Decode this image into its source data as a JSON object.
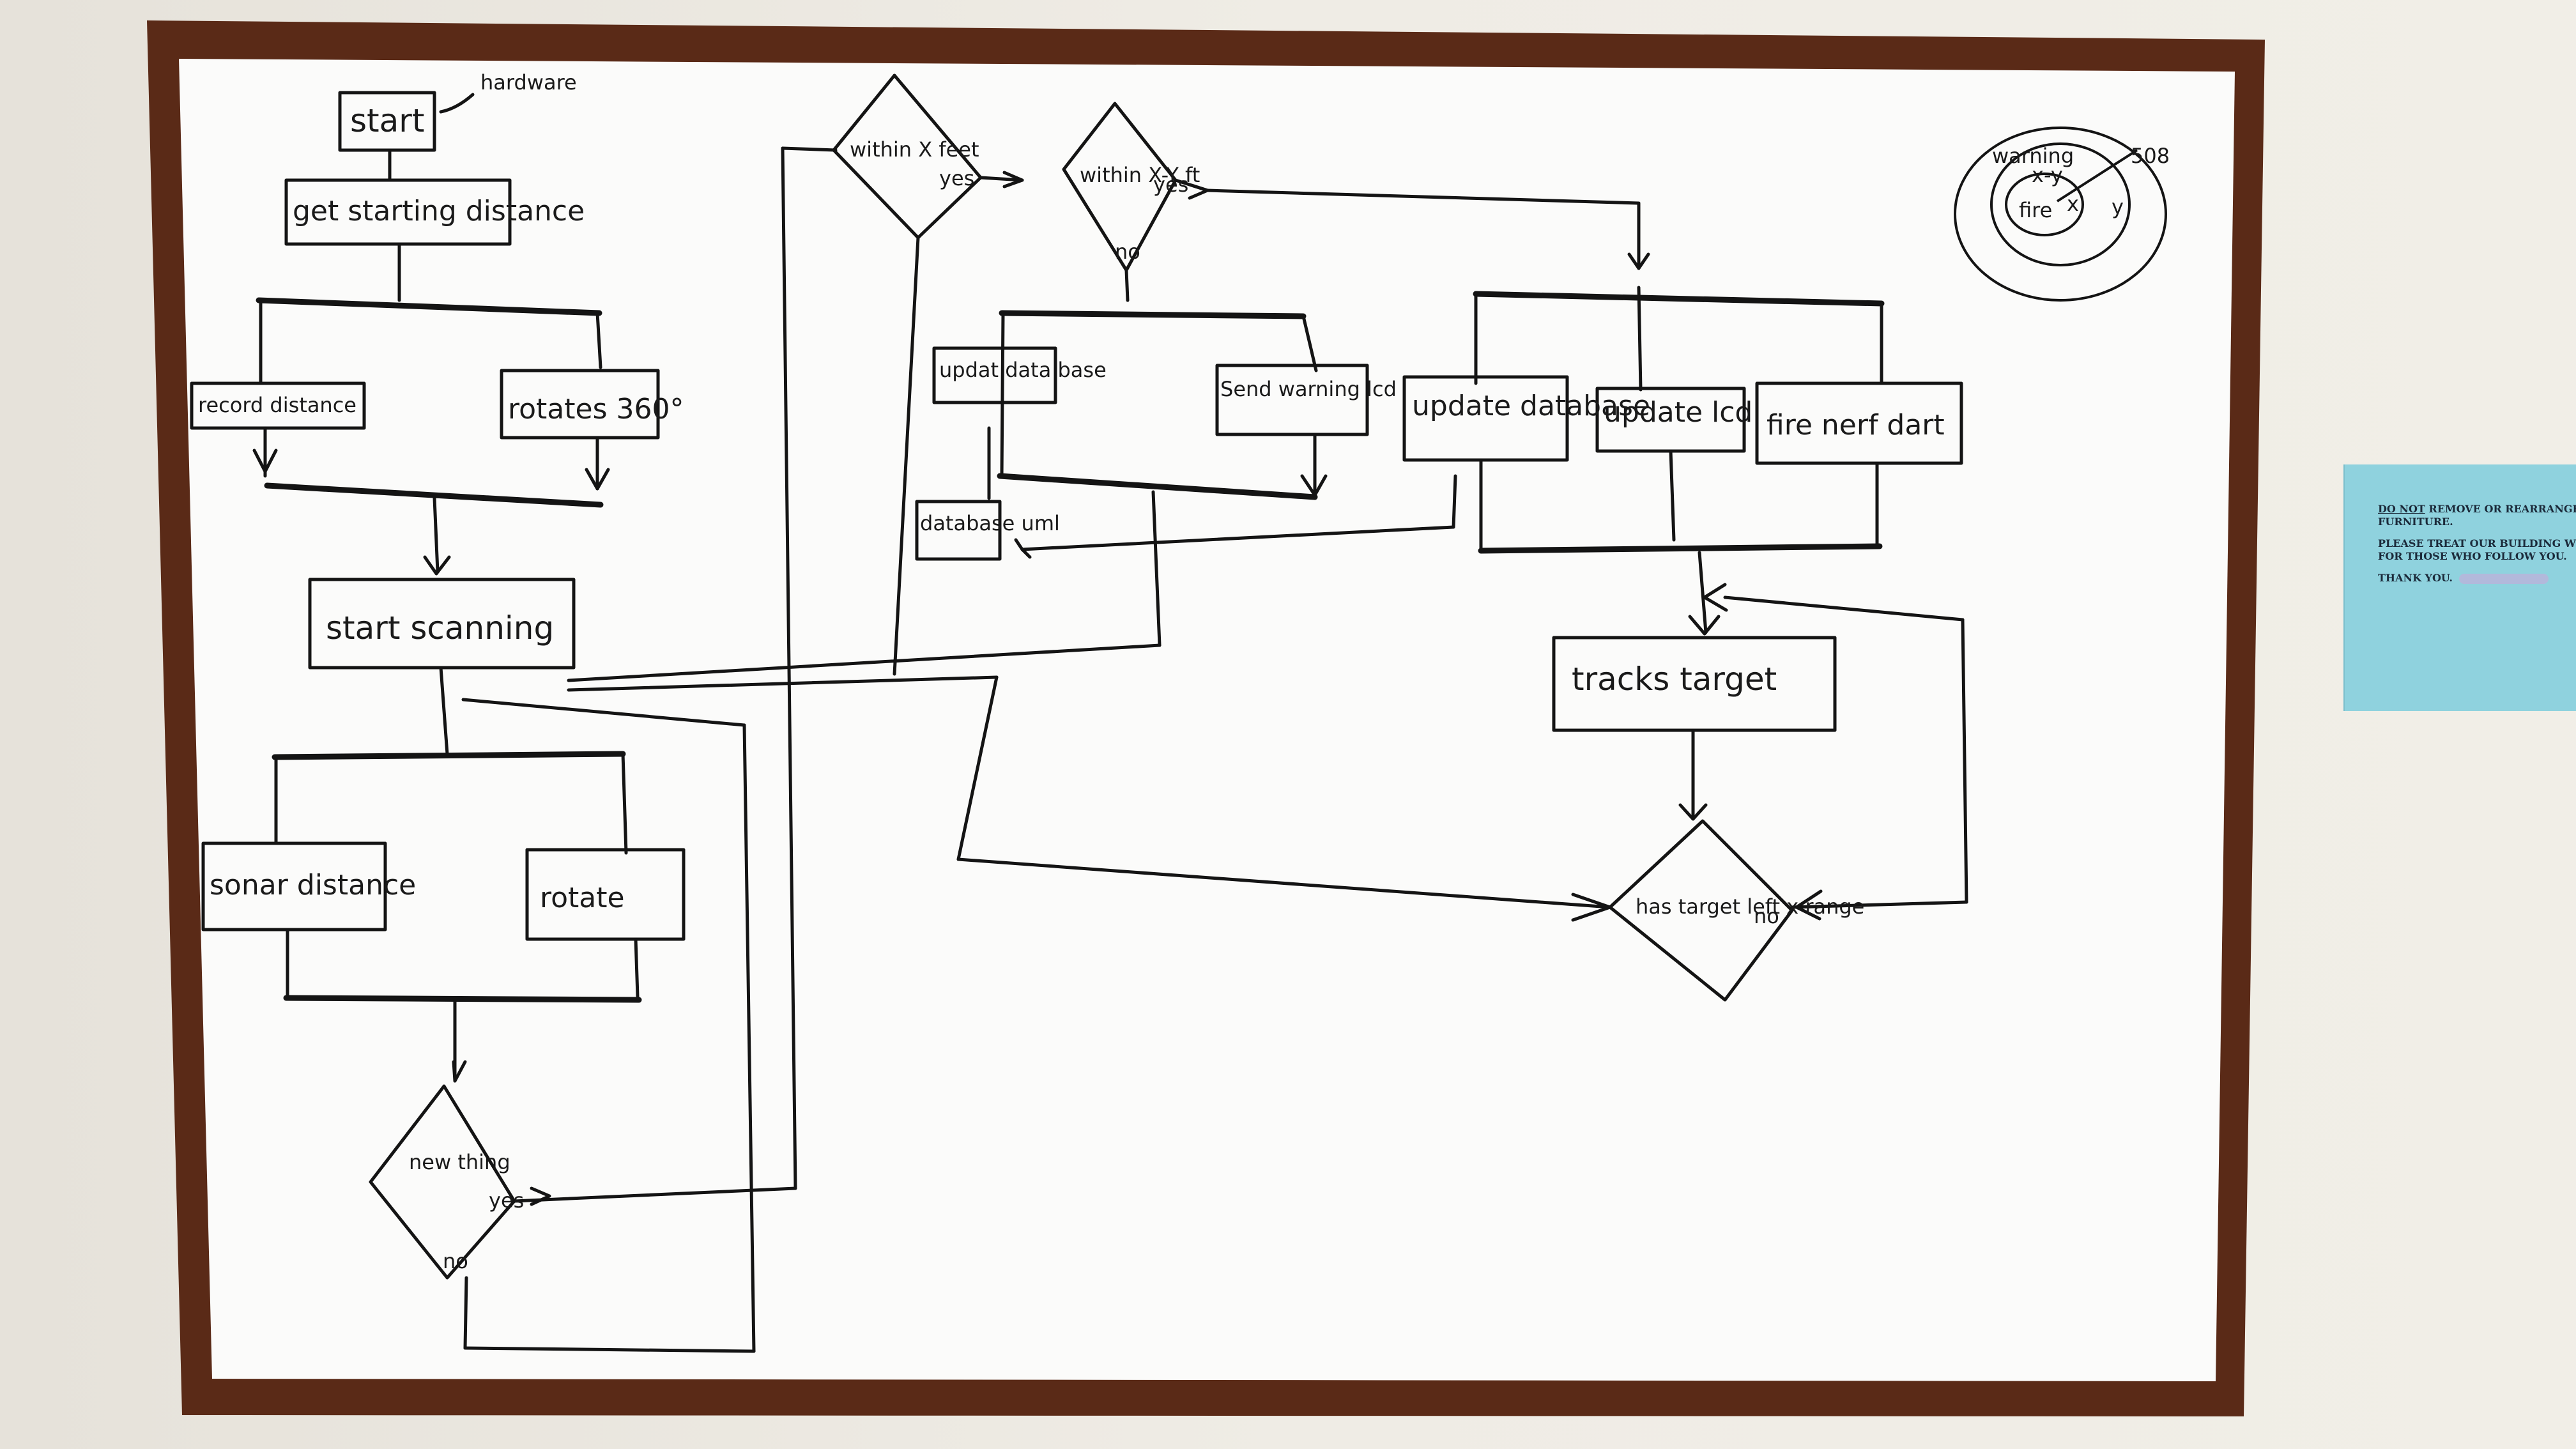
{
  "whiteboard": {
    "title_note": "hardware",
    "boxes": {
      "start": "start",
      "get_starting_distance": "get starting distance",
      "record_distance": "record distance",
      "rotates_360": "rotates 360°",
      "start_scanning": "start scanning",
      "sonar_distance": "sonar distance",
      "rotate": "rotate",
      "update_database_left": "updat data base",
      "database_uml": "database uml",
      "send_warning_lcd": "Send warning lcd",
      "update_database_right": "update database",
      "update_lcd": "update lcd",
      "fire_nerf_dart": "fire nerf dart",
      "tracks_target": "tracks target"
    },
    "decisions": {
      "new_thing": "new thing",
      "within_x_feet": "within X feet",
      "within_x_y_ft": "within X-Y ft",
      "has_target_left_range": "has target left x range"
    },
    "branch_labels": {
      "yes": "yes",
      "no": "no"
    },
    "corner_sketch": {
      "outer_label": "508",
      "ring_label": "warning",
      "inner_label": "fire",
      "x_label": "x",
      "y_label": "y",
      "xy_label": "x-y"
    }
  },
  "notice": {
    "line1_underlined": "DO NOT",
    "line1_rest": "REMOVE OR REARRANGE THE",
    "line2": "FURNITURE.",
    "line3": "PLEASE TREAT OUR BUILDING WITH",
    "line4": "FOR THOSE WHO FOLLOW YOU.",
    "line5": "THANK YOU."
  }
}
